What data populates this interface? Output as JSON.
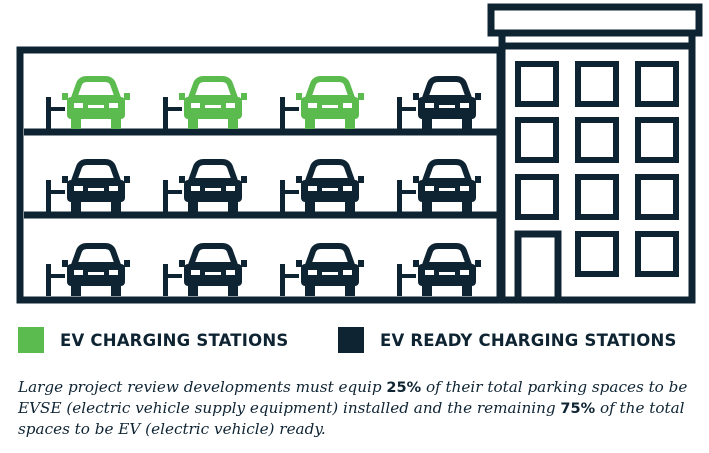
{
  "colors": {
    "ev_charging": "#5bbb4f",
    "ev_ready": "#0f2433"
  },
  "parking_levels": [
    [
      "ev_charging",
      "ev_charging",
      "ev_charging",
      "ev_ready"
    ],
    [
      "ev_ready",
      "ev_ready",
      "ev_ready",
      "ev_ready"
    ],
    [
      "ev_ready",
      "ev_ready",
      "ev_ready",
      "ev_ready"
    ]
  ],
  "legend": [
    {
      "key": "ev_charging",
      "label": "EV CHARGING STATIONS"
    },
    {
      "key": "ev_ready",
      "label": "EV READY CHARGING STATIONS"
    }
  ],
  "caption": {
    "part1": "Large project review developments must equip ",
    "pct_installed": "25%",
    "part2": " of their total parking spaces to be EVSE (electric vehicle supply equipment) installed and the remaining ",
    "pct_ready": "75%",
    "part3": " of the total spaces to be EV (electric vehicle) ready."
  }
}
